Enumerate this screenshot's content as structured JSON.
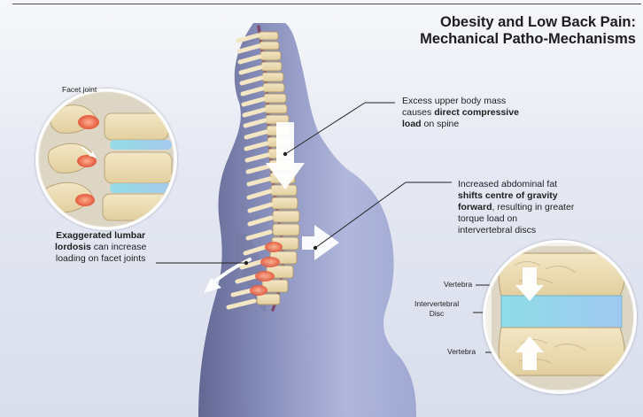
{
  "title": {
    "line1": "Obesity and Low Back Pain:",
    "line2": "Mechanical Patho-Mechanisms"
  },
  "labels": {
    "facet_joint": "Facet joint",
    "upper_mass": {
      "line1": "Excess upper body mass",
      "line2_a": "causes ",
      "line2_b": "direct compressive",
      "line3_a": "load",
      "line3_b": " on spine"
    },
    "abdominal": {
      "line1": "Increased abdominal fat",
      "line2": "shifts centre of gravity",
      "line3_a": "forward",
      "line3_b": ", resulting in greater",
      "line4": "torque load on",
      "line5": "intervertebral discs"
    },
    "lordosis": {
      "line1": "Exaggerated lumbar",
      "line2_a": "lordosis",
      "line2_b": " can increase",
      "line3": "loading on facet joints"
    },
    "vertebra_top": "Vertebra",
    "intervertebral": {
      "line1": "Intervertebral",
      "line2": "Disc"
    },
    "vertebra_bottom": "Vertebra"
  },
  "colors": {
    "body": "#8b92bf",
    "bone": "#efe3c7",
    "disc": "#8fd1de",
    "inflammation": "#e05e43",
    "arrow": "#ffffff"
  }
}
